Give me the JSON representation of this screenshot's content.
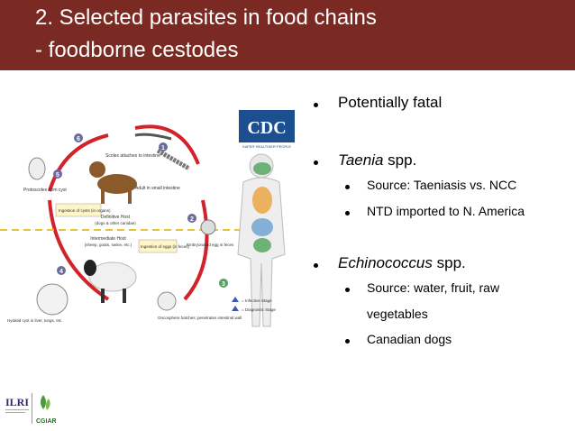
{
  "title": {
    "line1": "2. Selected parasites in food chains",
    "line2": "- foodborne cestodes"
  },
  "bullets": [
    {
      "text": "Potentially fatal"
    },
    {
      "italic": "Taenia",
      "text": " spp."
    },
    {
      "text": "Source: Taeniasis vs. NCC"
    },
    {
      "text": "NTD imported to N. America"
    },
    {
      "italic": "Echinococcus",
      "text": " spp."
    },
    {
      "text": "Source: water, fruit, raw"
    },
    {
      "text": "vegetables"
    },
    {
      "text": "Canadian dogs"
    }
  ],
  "figure": {
    "cdc_logo": "CDC",
    "cdc_tagline": "SAFER·HEALTHIER·PEOPLE",
    "steps": [
      "1",
      "2",
      "3",
      "4",
      "5",
      "6"
    ],
    "labels": {
      "scolex": "Scolex attaches to intestine",
      "adult": "Adult in small intestine",
      "protoscolex": "Protoscolex from cyst",
      "ingestion_cysts": "Ingestion of cysts (in organs)",
      "definitive_host": "Definitive Host",
      "definitive_host_sub": "(dogs & other canidae)",
      "intermediate_host": "Intermediate Host",
      "intermediate_host_sub": "(sheep, goats, swine, etc.)",
      "ingestion_eggs": "Ingestion of eggs (in feces)",
      "embryonated": "Embryonated egg in feces",
      "oncosphere": "Oncosphere hatches; penetrates intestinal wall",
      "hydatid": "Hydatid cyst in liver, lungs, etc.",
      "infective": "= Infective Stage",
      "diagnostic": "= Diagnostic Stage"
    }
  },
  "logos": {
    "ilri": "ILRI",
    "cgiar": "CGIAR"
  },
  "colors": {
    "title_bar": "#7a2a22",
    "arrow": "#d2232a",
    "cdc_blue": "#1b4f8f"
  }
}
